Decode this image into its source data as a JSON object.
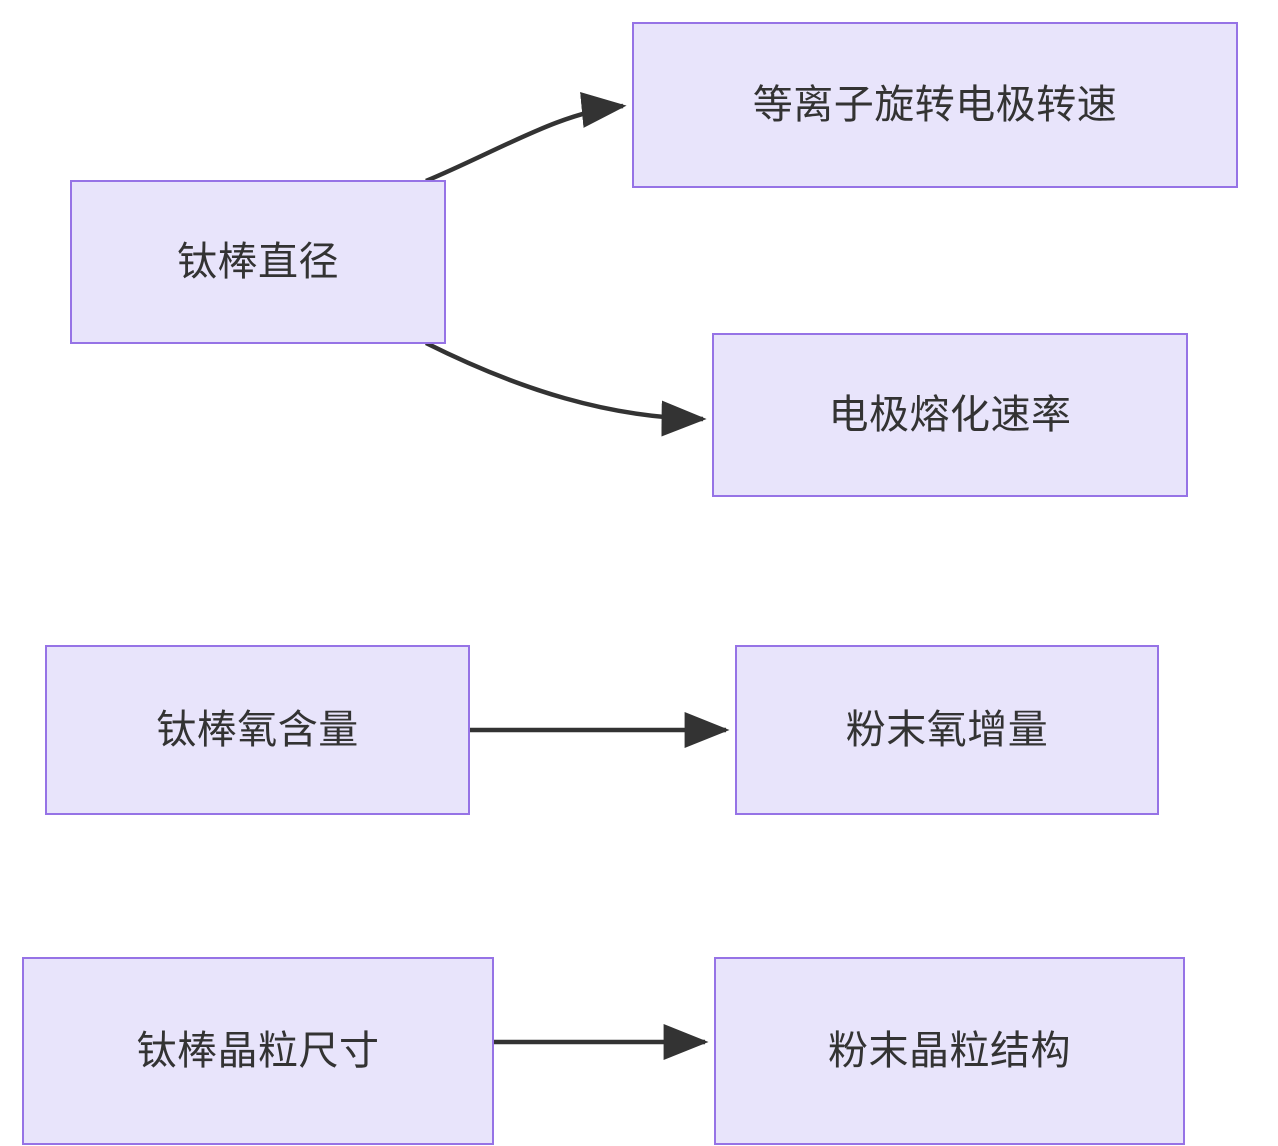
{
  "diagram": {
    "type": "flowchart",
    "direction": "left-to-right",
    "background_color": "#FFFFFF",
    "node_fill_color": "#E8E4FB",
    "node_border_color": "#9673E6",
    "node_text_color": "#333333",
    "edge_color": "#333333",
    "nodes": [
      {
        "id": "bar-diameter",
        "label": "钛棒直径"
      },
      {
        "id": "prep-speed",
        "label": "等离子旋转电极转速"
      },
      {
        "id": "melt-rate",
        "label": "电极熔化速率"
      },
      {
        "id": "bar-oxygen",
        "label": "钛棒氧含量"
      },
      {
        "id": "powder-oxygen",
        "label": "粉末氧增量"
      },
      {
        "id": "bar-grain",
        "label": "钛棒晶粒尺寸"
      },
      {
        "id": "powder-grain",
        "label": "粉末晶粒结构"
      }
    ],
    "edges": [
      {
        "id": "edge-diameter-to-speed",
        "from": "bar-diameter",
        "to": "prep-speed",
        "label": "",
        "style": "curved-arrow"
      },
      {
        "id": "edge-diameter-to-meltrate",
        "from": "bar-diameter",
        "to": "melt-rate",
        "label": "",
        "style": "curved-arrow"
      },
      {
        "id": "edge-oxygen-to-powder",
        "from": "bar-oxygen",
        "to": "powder-oxygen",
        "label": "",
        "style": "straight-arrow"
      },
      {
        "id": "edge-grain-to-powder",
        "from": "bar-grain",
        "to": "powder-grain",
        "label": "",
        "style": "straight-arrow"
      }
    ]
  }
}
